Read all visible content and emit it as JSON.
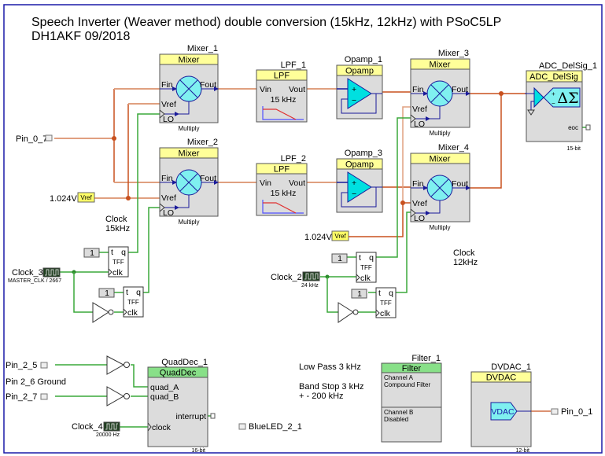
{
  "title": {
    "line1": "Speech Inverter (Weaver method)  double conversion (15kHz, 12kHz)  with PSoC5LP",
    "line2": "DH1AKF  09/2018"
  },
  "colors": {
    "frame": "#1a1aa8",
    "analog_wire": "#c8501e",
    "analog_wire_light": "#e0a080",
    "digital_wire": "#3aa83a",
    "signal_blue": "#1a1a9a",
    "block_fill": "#dcdcdc",
    "header_yellow": "#ffff99",
    "header_green": "#88e088",
    "cyan": "#7ff0f0"
  },
  "components": {
    "mixer1": {
      "instance": "Mixer_1",
      "type": "Mixer",
      "fin": "Fin",
      "fout": "Fout",
      "vref": "Vref",
      "lo": "LO",
      "footer": "Multiply"
    },
    "mixer2": {
      "instance": "Mixer_2",
      "type": "Mixer",
      "fin": "Fin",
      "fout": "Fout",
      "vref": "Vref",
      "lo": "LO",
      "footer": "Multiply"
    },
    "mixer3": {
      "instance": "Mixer_3",
      "type": "Mixer",
      "fin": "Fin",
      "fout": "Fout",
      "vref": "Vref",
      "lo": "LO",
      "footer": "Multiply"
    },
    "mixer4": {
      "instance": "Mixer_4",
      "type": "Mixer",
      "fin": "Fin",
      "fout": "Fout",
      "vref": "Vref",
      "lo": "LO",
      "footer": "Multiply"
    },
    "lpf1": {
      "instance": "LPF_1",
      "type": "LPF",
      "vin": "Vin",
      "vout": "Vout",
      "freq": "15 kHz"
    },
    "lpf2": {
      "instance": "LPF_2",
      "type": "LPF",
      "vin": "Vin",
      "vout": "Vout",
      "freq": "15 kHz"
    },
    "opamp1": {
      "instance": "Opamp_1",
      "type": "Opamp",
      "plus": "+",
      "minus": "−"
    },
    "opamp3": {
      "instance": "Opamp_3",
      "type": "Opamp",
      "plus": "+",
      "minus": "−"
    },
    "adc": {
      "instance": "ADC_DelSig_1",
      "type": "ADC_DelSig",
      "symbol": "ΔΣ",
      "plus": "+",
      "minus": "−",
      "eoc": "eoc",
      "footer": "15-bit"
    },
    "quaddec": {
      "instance": "QuadDec_1",
      "type": "QuadDec",
      "quad_a": "quad_A",
      "quad_b": "quad_B",
      "interrupt": "interrupt",
      "clock": "clock",
      "footer": "16-bit"
    },
    "filter": {
      "instance": "Filter_1",
      "type": "Filter",
      "channel_a": [
        "Channel A",
        "Compound Filter"
      ],
      "channel_b": [
        "Channel B",
        "Disabled"
      ]
    },
    "dvdac": {
      "instance": "DVDAC_1",
      "type": "DVDAC",
      "symbol": "VDAC",
      "footer": "12-bit"
    },
    "tff": {
      "t": "t",
      "q": "q",
      "name": "TFF",
      "clk": "clk",
      "const": "1"
    }
  },
  "pins": {
    "pin_0_7": "Pin_0_7",
    "pin_2_5": "Pin_2_5",
    "pin_2_7": "Pin_2_7",
    "pin_0_1": "Pin_0_1",
    "blueled": "BlueLED_2_1",
    "pin_2_6_note": "Pin 2_6 Ground"
  },
  "vrefs": {
    "vref1": {
      "value": "1.024V",
      "tag": "Vref"
    },
    "vref2": {
      "value": "1.024V",
      "tag": "Vref"
    }
  },
  "clocks": {
    "clock3": {
      "name": "Clock_3",
      "sub": "MASTER_CLK / 2667"
    },
    "clock2": {
      "name": "Clock_2",
      "sub": "24 kHz"
    },
    "clock4": {
      "name": "Clock_4",
      "sub": "20000 Hz"
    }
  },
  "notes": {
    "clock15": [
      "Clock",
      "15kHz"
    ],
    "clock12": [
      "Clock",
      "12kHz"
    ],
    "lowpass": "Low Pass 3 kHz",
    "bandstop": [
      "Band Stop 3 kHz",
      "+ - 200 kHz"
    ]
  }
}
